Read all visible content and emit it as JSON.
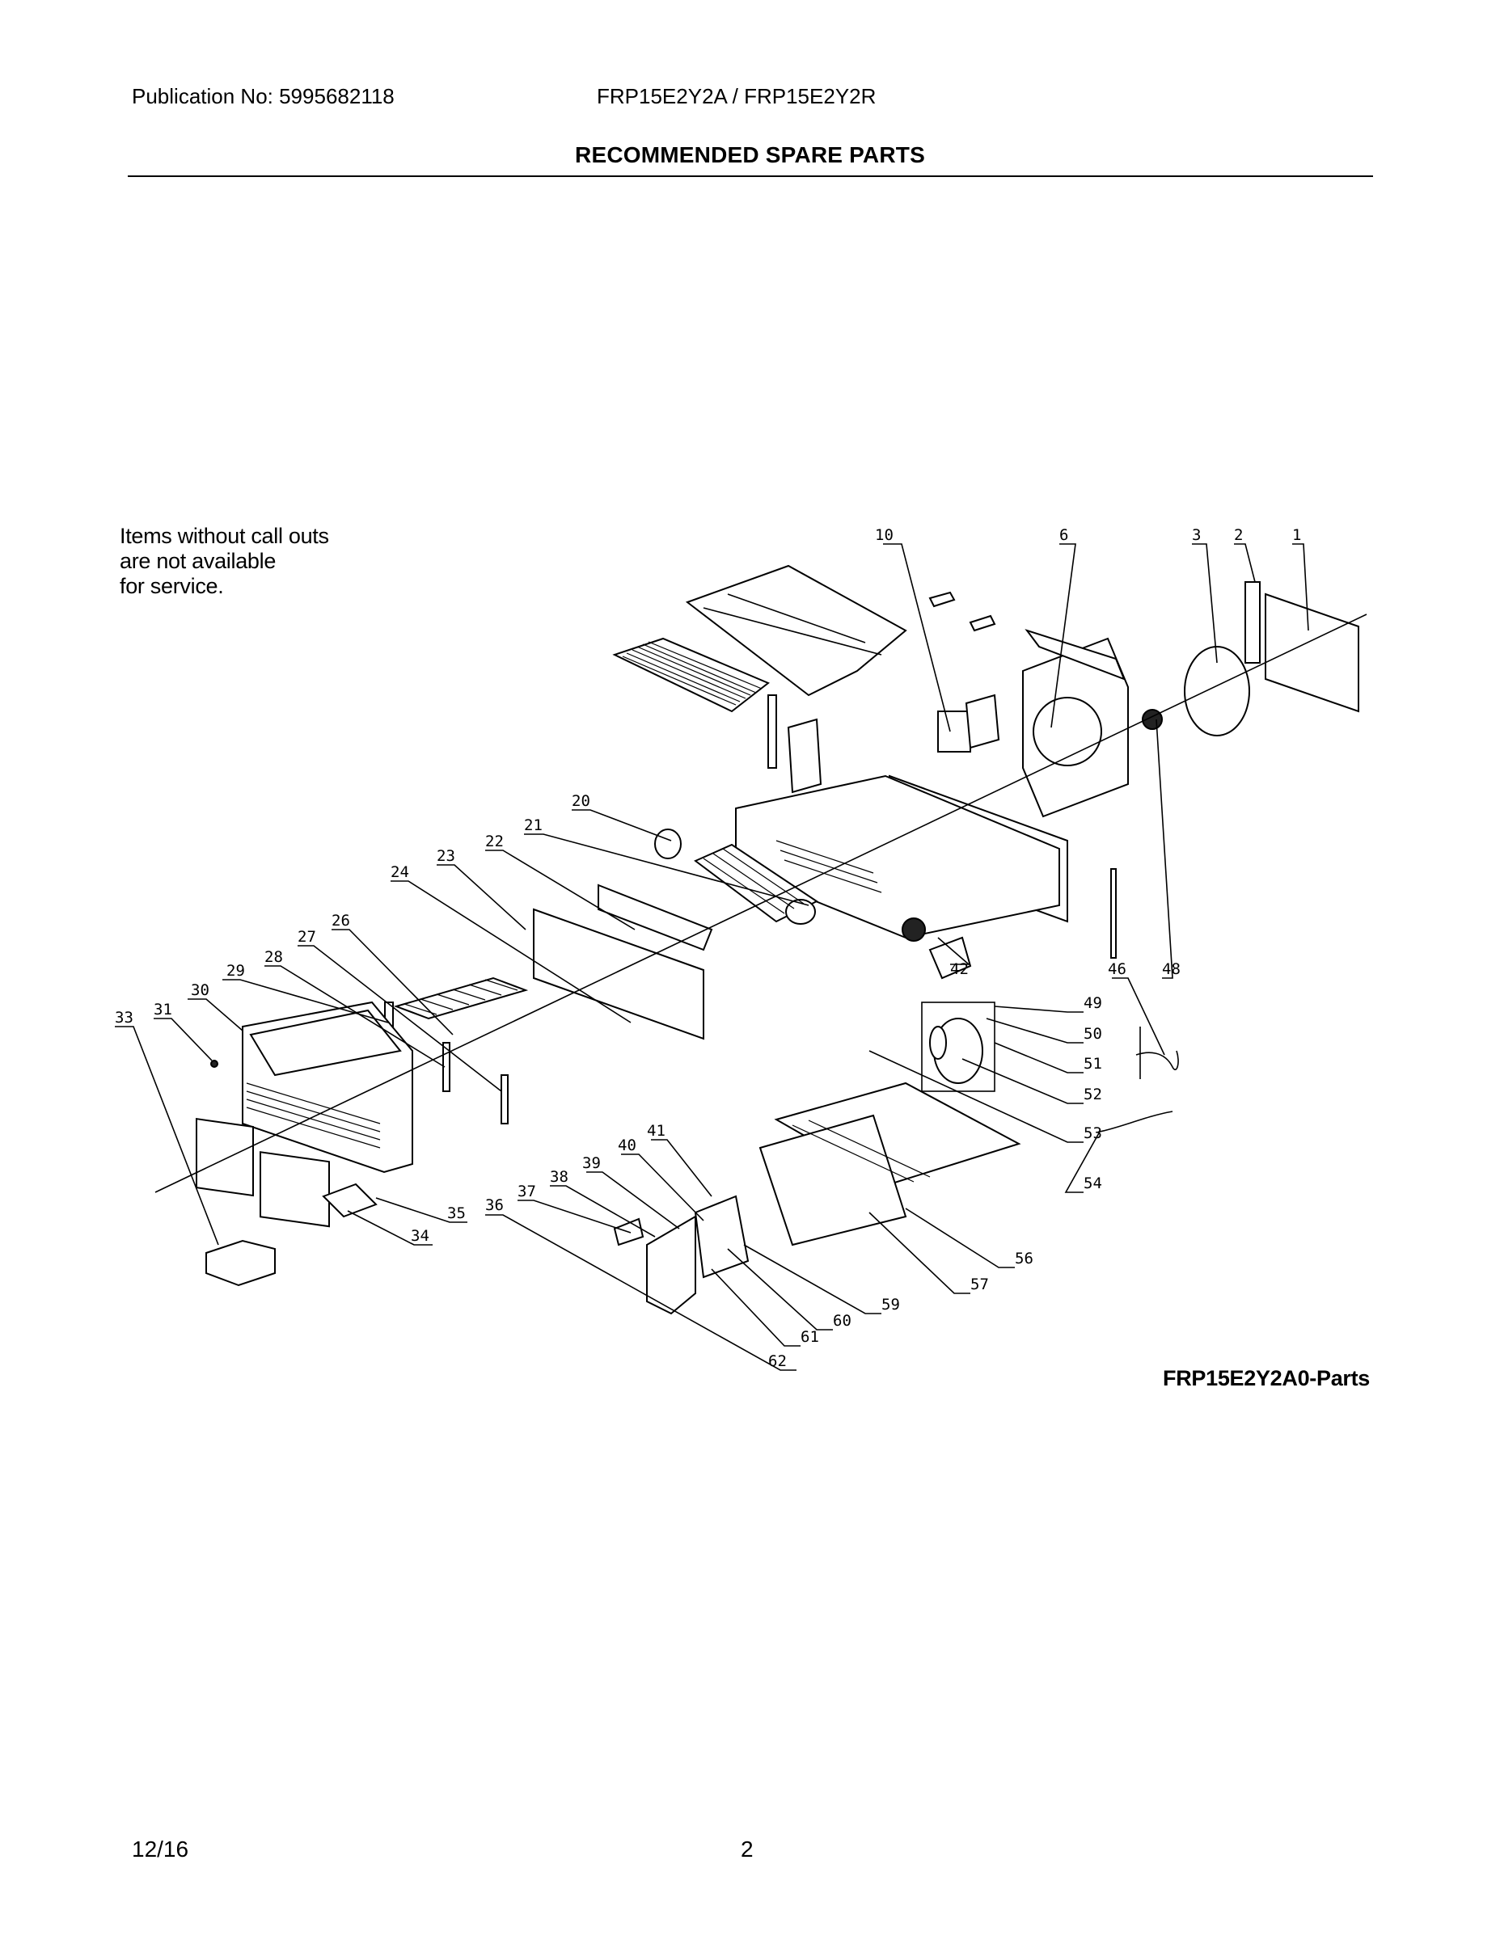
{
  "header": {
    "publication": "Publication No: 5995682118",
    "models": "FRP15E2Y2A / FRP15E2Y2R"
  },
  "title": "RECOMMENDED SPARE PARTS",
  "note": {
    "lines": [
      "Items without call outs",
      "are not available",
      "for service."
    ]
  },
  "figure_id": "FRP15E2Y2A0-Parts",
  "callouts": [
    "1",
    "2",
    "3",
    "6",
    "10",
    "20",
    "21",
    "22",
    "23",
    "24",
    "26",
    "27",
    "28",
    "29",
    "30",
    "31",
    "33",
    "34",
    "35",
    "36",
    "37",
    "38",
    "39",
    "40",
    "41",
    "42",
    "46",
    "48",
    "49",
    "50",
    "51",
    "52",
    "53",
    "54",
    "56",
    "57",
    "59",
    "60",
    "61",
    "62"
  ],
  "footer": {
    "date": "12/16",
    "page": "2"
  }
}
